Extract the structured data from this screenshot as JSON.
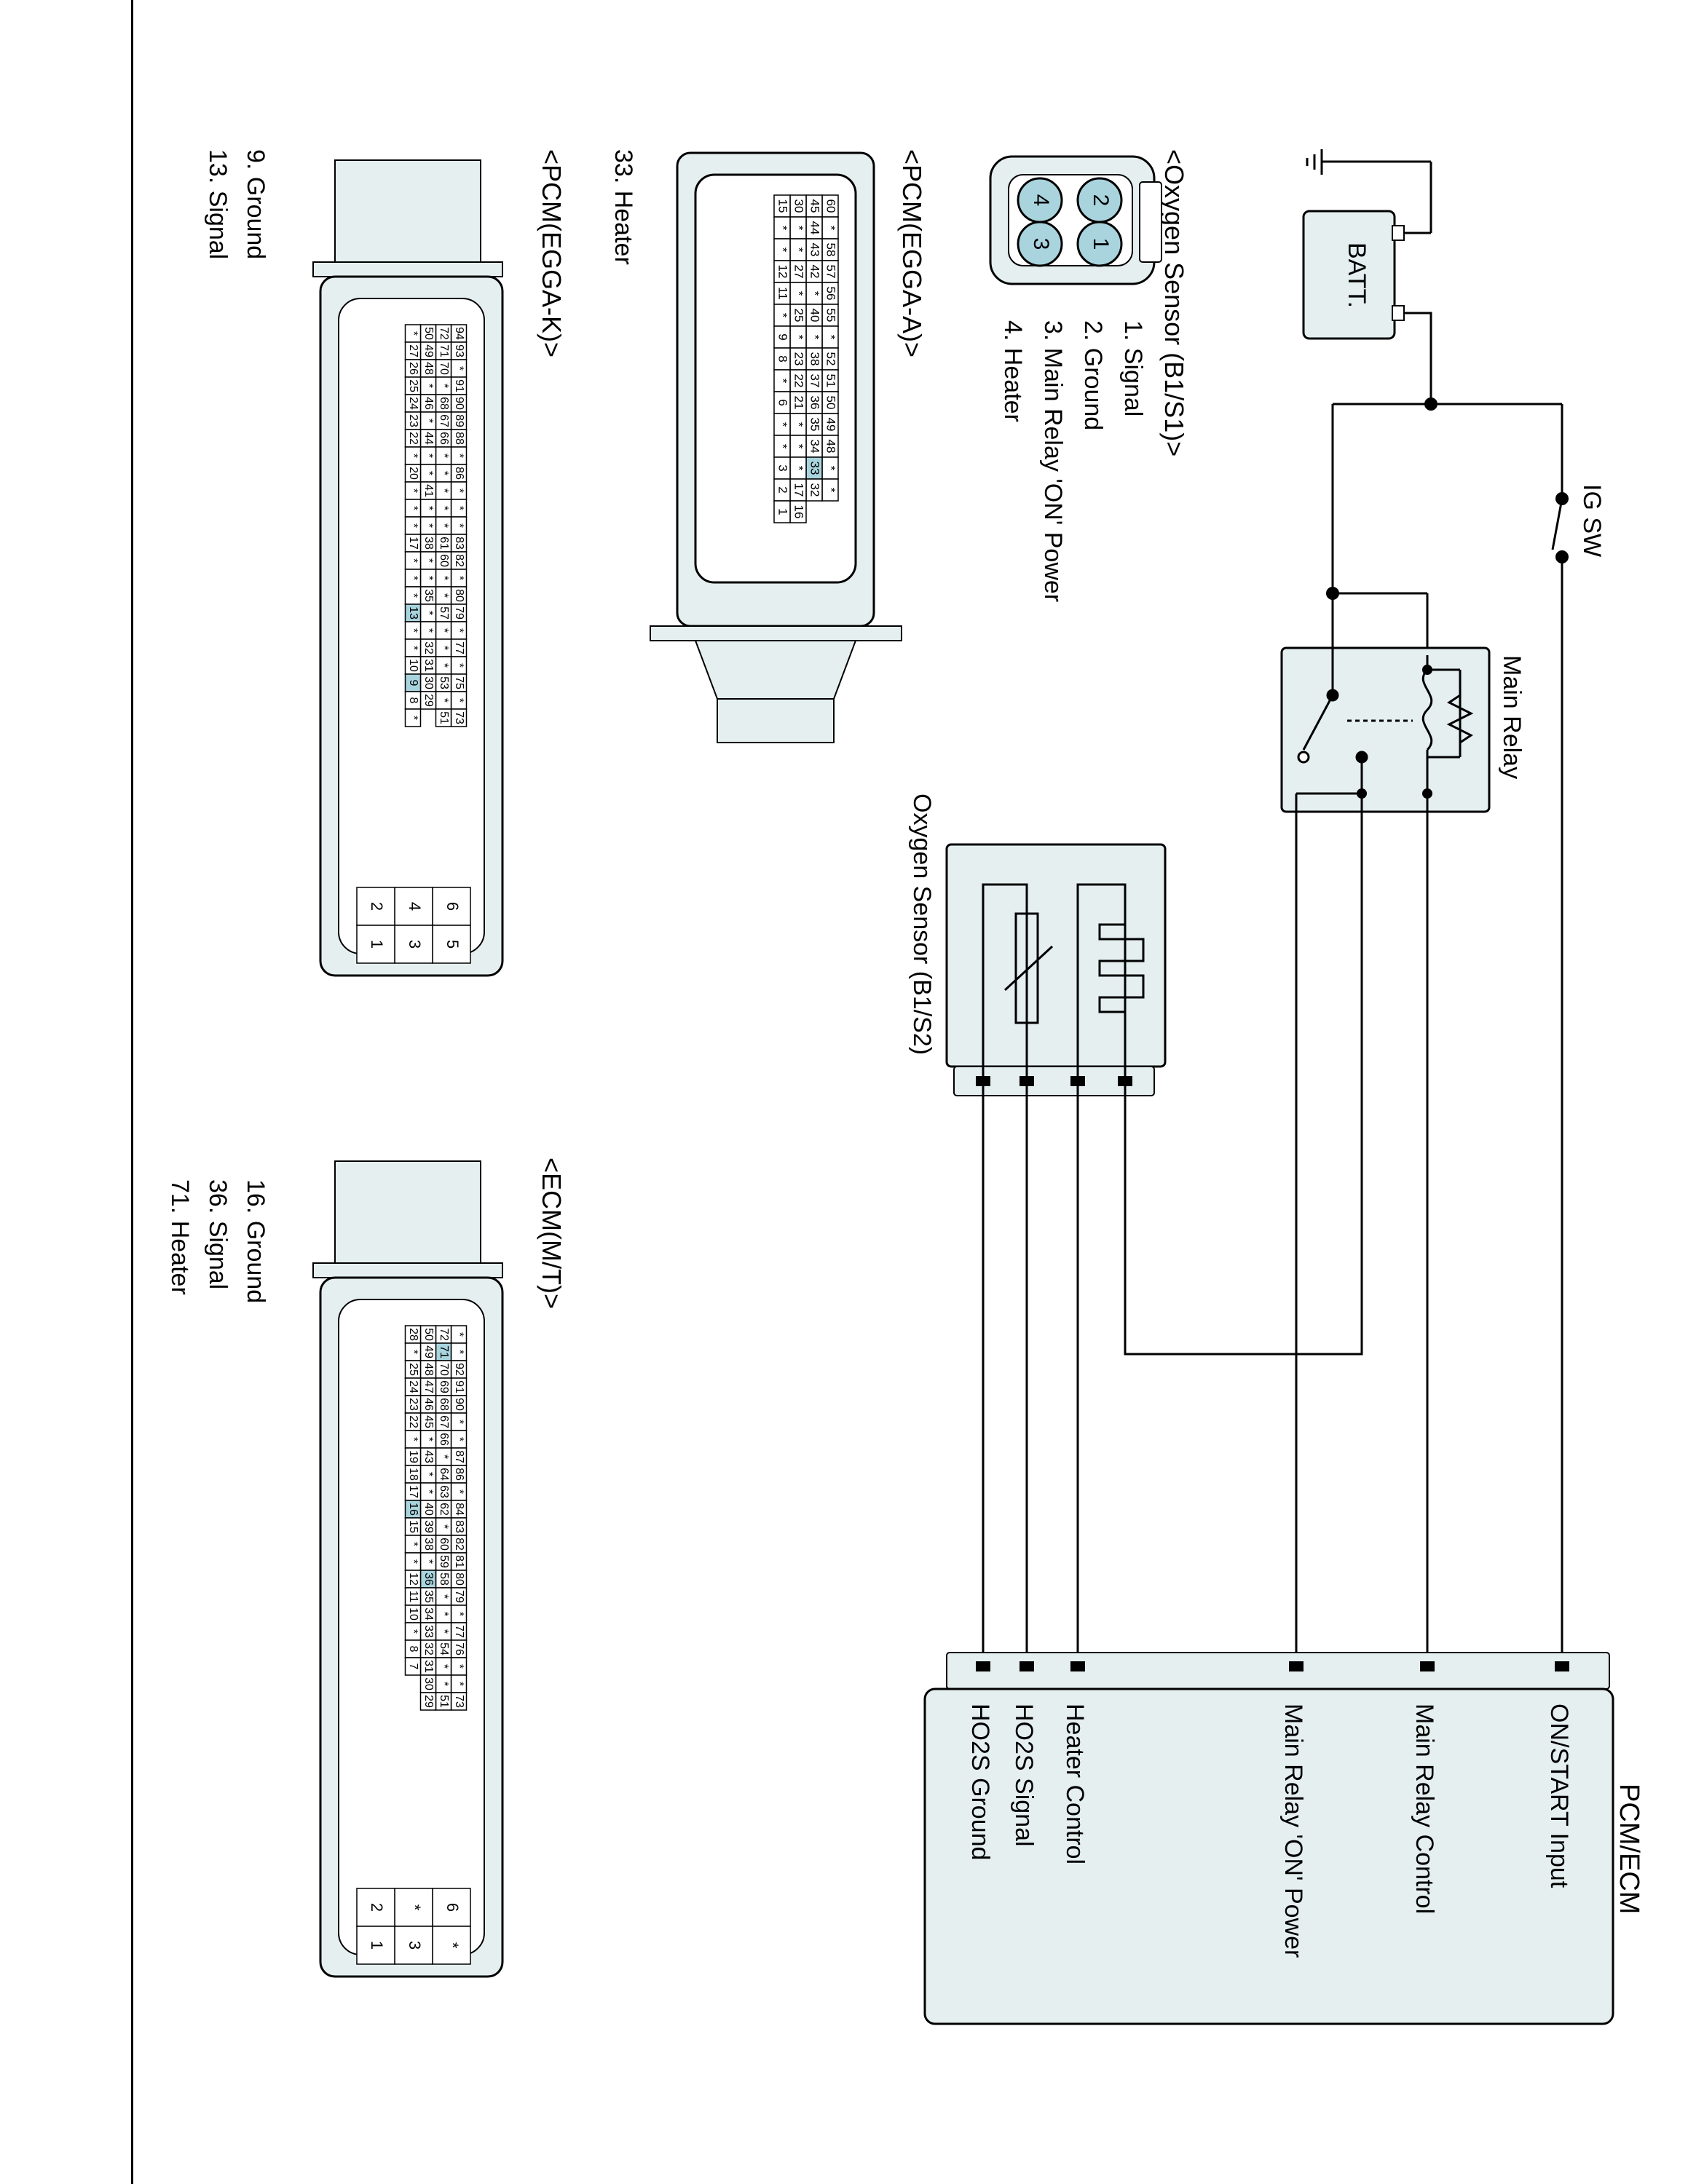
{
  "power": {
    "battery_label": "BATT.",
    "ignition_label": "IG SW",
    "battery_plus": "+",
    "battery_minus": "-"
  },
  "relay": {
    "label": "Main Relay"
  },
  "sensor_b1s2": {
    "label": "Oxygen Sensor (B1/S2)"
  },
  "ecm_module": {
    "title": "PCM/ECM",
    "pins": [
      "ON/START Input",
      "Main Relay Control",
      "Main Relay 'ON' Power",
      "Heater Control",
      "HO2S  Signal",
      "HO2S  Ground"
    ]
  },
  "connector_sensor": {
    "title": "<Oxygen Sensor (B1/S1)>",
    "legend": [
      "1. Signal",
      "2. Ground",
      "3. Main Relay 'ON' Power",
      "4. Heater"
    ],
    "cavities": [
      "1",
      "2",
      "3",
      "4"
    ]
  },
  "connector_egga_a": {
    "title": "<PCM(EGGA-A)>",
    "legend": [
      "33. Heater"
    ],
    "highlight": "33",
    "rows": [
      [
        "60",
        "*",
        "58",
        "57",
        "56",
        "55",
        "*",
        "52",
        "51",
        "50",
        "49",
        "48",
        "*",
        "*"
      ],
      [
        "45",
        "44",
        "43",
        "42",
        "*",
        "40",
        "*",
        "38",
        "37",
        "36",
        "35",
        "34",
        "33",
        "32"
      ],
      [
        "30",
        "*",
        "*",
        "27",
        "*",
        "25",
        "*",
        "23",
        "22",
        "21",
        "*",
        "*",
        "*",
        "17",
        "16"
      ],
      [
        "15",
        "*",
        "*",
        "12",
        "11",
        "*",
        "9",
        "8",
        "*",
        "6",
        "*",
        "*",
        "3",
        "2",
        "1"
      ]
    ]
  },
  "connector_egga_k": {
    "title": "<PCM(EGGA-K)>",
    "legend": [
      "9. Ground",
      "13. Signal"
    ],
    "highlights": [
      "13",
      "9"
    ],
    "rows": [
      [
        "94",
        "93",
        "*",
        "91",
        "90",
        "89",
        "88",
        "*",
        "86",
        "*",
        "*",
        "*",
        "83",
        "82",
        "*",
        "80",
        "79",
        "*",
        "77",
        "*",
        "75",
        "*",
        "73"
      ],
      [
        "72",
        "71",
        "70",
        "*",
        "68",
        "67",
        "66",
        "*",
        "*",
        "*",
        "*",
        "*",
        "61",
        "60",
        "*",
        "*",
        "57",
        "*",
        "*",
        "*",
        "53",
        "*",
        "51"
      ],
      [
        "50",
        "49",
        "48",
        "*",
        "46",
        "*",
        "44",
        "*",
        "*",
        "41",
        "*",
        "*",
        "38",
        "*",
        "*",
        "35",
        "*",
        "*",
        "32",
        "31",
        "30",
        "29"
      ],
      [
        "*",
        "27",
        "26",
        "25",
        "24",
        "23",
        "22",
        "*",
        "20",
        "*",
        "*",
        "*",
        "17",
        "*",
        "*",
        "*",
        "13",
        "*",
        "*",
        "10",
        "9",
        "8",
        "*"
      ]
    ],
    "small_pins": [
      "6",
      "5",
      "4",
      "3",
      "2",
      "1"
    ]
  },
  "connector_ecm_mt": {
    "title": "<ECM(M/T)>",
    "legend": [
      "16. Ground",
      "36. Signal",
      "71. Heater"
    ],
    "highlights": [
      "71",
      "16",
      "36"
    ],
    "rows": [
      [
        "*",
        "*",
        "92",
        "91",
        "90",
        "*",
        "*",
        "87",
        "86",
        "*",
        "84",
        "83",
        "82",
        "81",
        "80",
        "79",
        "*",
        "77",
        "76",
        "*",
        "*",
        "73"
      ],
      [
        "72",
        "71",
        "70",
        "69",
        "68",
        "67",
        "66",
        "*",
        "64",
        "63",
        "62",
        "*",
        "60",
        "59",
        "58",
        "*",
        "*",
        "*",
        "54",
        "*",
        "*",
        "51"
      ],
      [
        "50",
        "49",
        "48",
        "47",
        "46",
        "45",
        "*",
        "43",
        "*",
        "*",
        "40",
        "39",
        "38",
        "*",
        "36",
        "35",
        "34",
        "33",
        "32",
        "31",
        "30",
        "29"
      ],
      [
        "28",
        "*",
        "25",
        "24",
        "23",
        "22",
        "*",
        "19",
        "18",
        "17",
        "16",
        "15",
        "*",
        "*",
        "12",
        "11",
        "10",
        "*",
        "8",
        "7"
      ]
    ],
    "small_pins": [
      "6",
      "*",
      "*",
      "3",
      "2",
      "1"
    ]
  },
  "colors": {
    "module_fill": "#e5eff0",
    "pin_highlight": "#a9d4de",
    "line": "#000000"
  }
}
